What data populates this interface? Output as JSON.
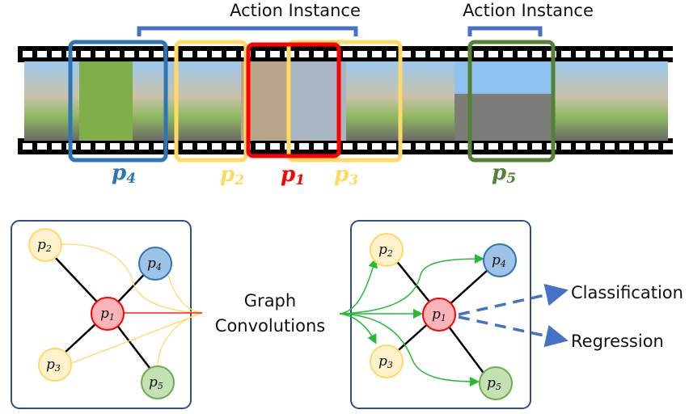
{
  "top": {
    "brackets": [
      {
        "label": "Action Instance"
      },
      {
        "label": "Action Instance"
      }
    ],
    "proposals": [
      {
        "name": "p",
        "sub": "4",
        "color": "#2e75b6"
      },
      {
        "name": "p",
        "sub": "2",
        "color": "#ffd966"
      },
      {
        "name": "p",
        "sub": "1",
        "color": "#ff0000"
      },
      {
        "name": "p",
        "sub": "3",
        "color": "#ffd966"
      },
      {
        "name": "p",
        "sub": "5",
        "color": "#548235"
      }
    ]
  },
  "left_graph": {
    "nodes": [
      {
        "name": "p",
        "sub": "1"
      },
      {
        "name": "p",
        "sub": "2"
      },
      {
        "name": "p",
        "sub": "3"
      },
      {
        "name": "p",
        "sub": "4"
      },
      {
        "name": "p",
        "sub": "5"
      }
    ]
  },
  "middle": {
    "line1": "Graph",
    "line2": "Convolutions"
  },
  "right_graph": {
    "nodes": [
      {
        "name": "p",
        "sub": "1"
      },
      {
        "name": "p",
        "sub": "2"
      },
      {
        "name": "p",
        "sub": "3"
      },
      {
        "name": "p",
        "sub": "4"
      },
      {
        "name": "p",
        "sub": "5"
      }
    ]
  },
  "outputs": {
    "classification": "Classification",
    "regression": "Regression"
  },
  "colors": {
    "blue": "#2e75b6",
    "yellow": "#ffd966",
    "red": "#ff0000",
    "green": "#548235",
    "arrow_green": "#22bb33",
    "dash_blue": "#4472c4",
    "box": "#2f4f8f"
  }
}
